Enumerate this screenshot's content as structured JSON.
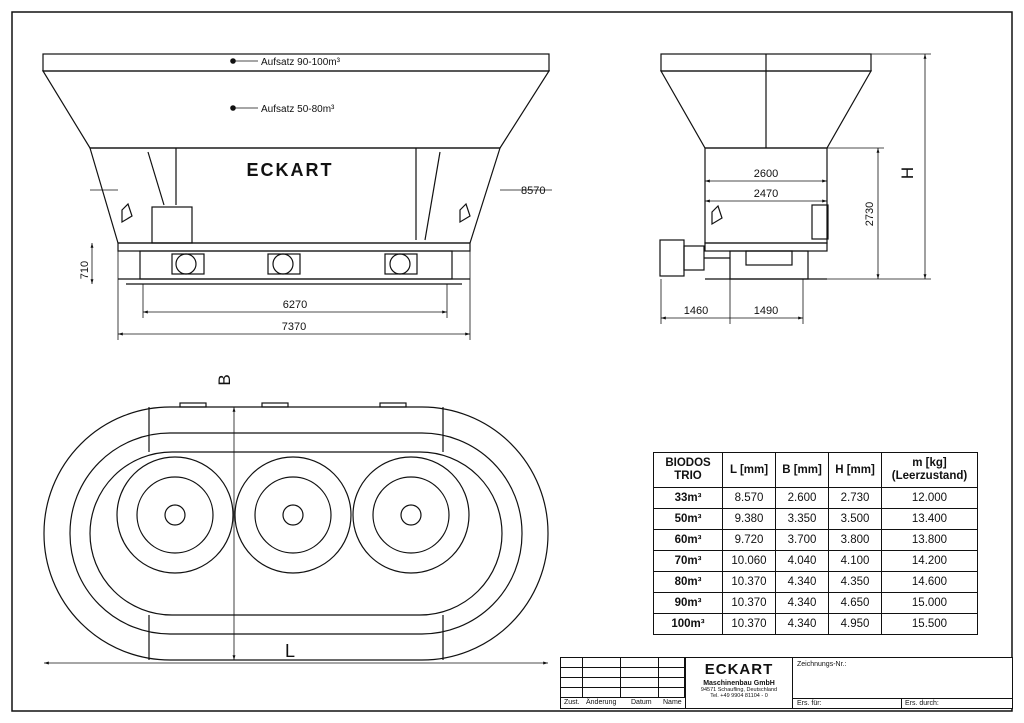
{
  "labels": {
    "aufsatz_top": "Aufsatz 90-100m³",
    "aufsatz_mid": "Aufsatz 50-80m³",
    "logo": "ECKART",
    "axis_h": "H",
    "axis_b": "B",
    "axis_l": "L"
  },
  "dimensions": {
    "d8570": "8570",
    "d710": "710",
    "d6270": "6270",
    "d7370": "7370",
    "d2600": "2600",
    "d2470": "2470",
    "d2730": "2730",
    "d1460": "1460",
    "d1490": "1490"
  },
  "table": {
    "headers": [
      "BIODOS\nTRIO",
      "L [mm]",
      "B [mm]",
      "H [mm]",
      "m [kg]\n(Leerzustand)"
    ],
    "rows": [
      [
        "33m³",
        "8.570",
        "2.600",
        "2.730",
        "12.000"
      ],
      [
        "50m³",
        "9.380",
        "3.350",
        "3.500",
        "13.400"
      ],
      [
        "60m³",
        "9.720",
        "3.700",
        "3.800",
        "13.800"
      ],
      [
        "70m³",
        "10.060",
        "4.040",
        "4.100",
        "14.200"
      ],
      [
        "80m³",
        "10.370",
        "4.340",
        "4.350",
        "14.600"
      ],
      [
        "90m³",
        "10.370",
        "4.340",
        "4.650",
        "15.000"
      ],
      [
        "100m³",
        "10.370",
        "4.340",
        "4.950",
        "15.500"
      ]
    ]
  },
  "title_block": {
    "headers": [
      "Zust.",
      "Änderung",
      "Datum",
      "Name"
    ],
    "brand": "ECKART",
    "company": "Maschinenbau GmbH",
    "address": "94571 Schaufling, Deutschland",
    "phone": "Tel. +49 9904 81104 - 0",
    "drawing_no_label": "Zeichnungs-Nr.:",
    "replacement_for": "Ers. für:",
    "replaced_by": "Ers. durch:"
  }
}
